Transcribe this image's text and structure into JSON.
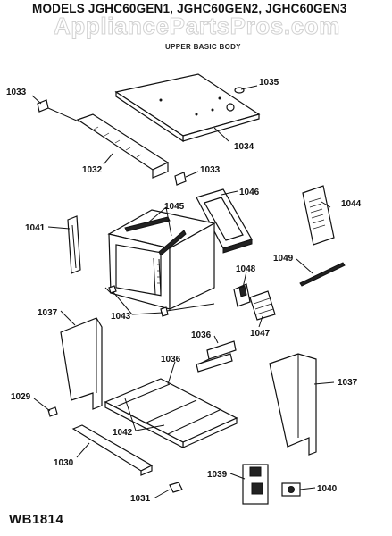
{
  "header": {
    "models": "MODELS JGHC60GEN1, JGHC60GEN2, JGHC60GEN3",
    "watermark": "AppliancePartsPros.com",
    "section": "UPPER BASIC BODY"
  },
  "footer": {
    "code": "WB1814"
  },
  "callouts": {
    "p1033a": "1033",
    "p1033b": "1033",
    "p1035": "1035",
    "p1034": "1034",
    "p1032": "1032",
    "p1046": "1046",
    "p1044": "1044",
    "p1045": "1045",
    "p1041": "1041",
    "p1049": "1049",
    "p1048": "1048",
    "p1043": "1043",
    "p1047": "1047",
    "p1037a": "1037",
    "p1037b": "1037",
    "p1036a": "1036",
    "p1036b": "1036",
    "p1029": "1029",
    "p1042": "1042",
    "p1030": "1030",
    "p1039": "1039",
    "p1040": "1040",
    "p1031": "1031"
  }
}
